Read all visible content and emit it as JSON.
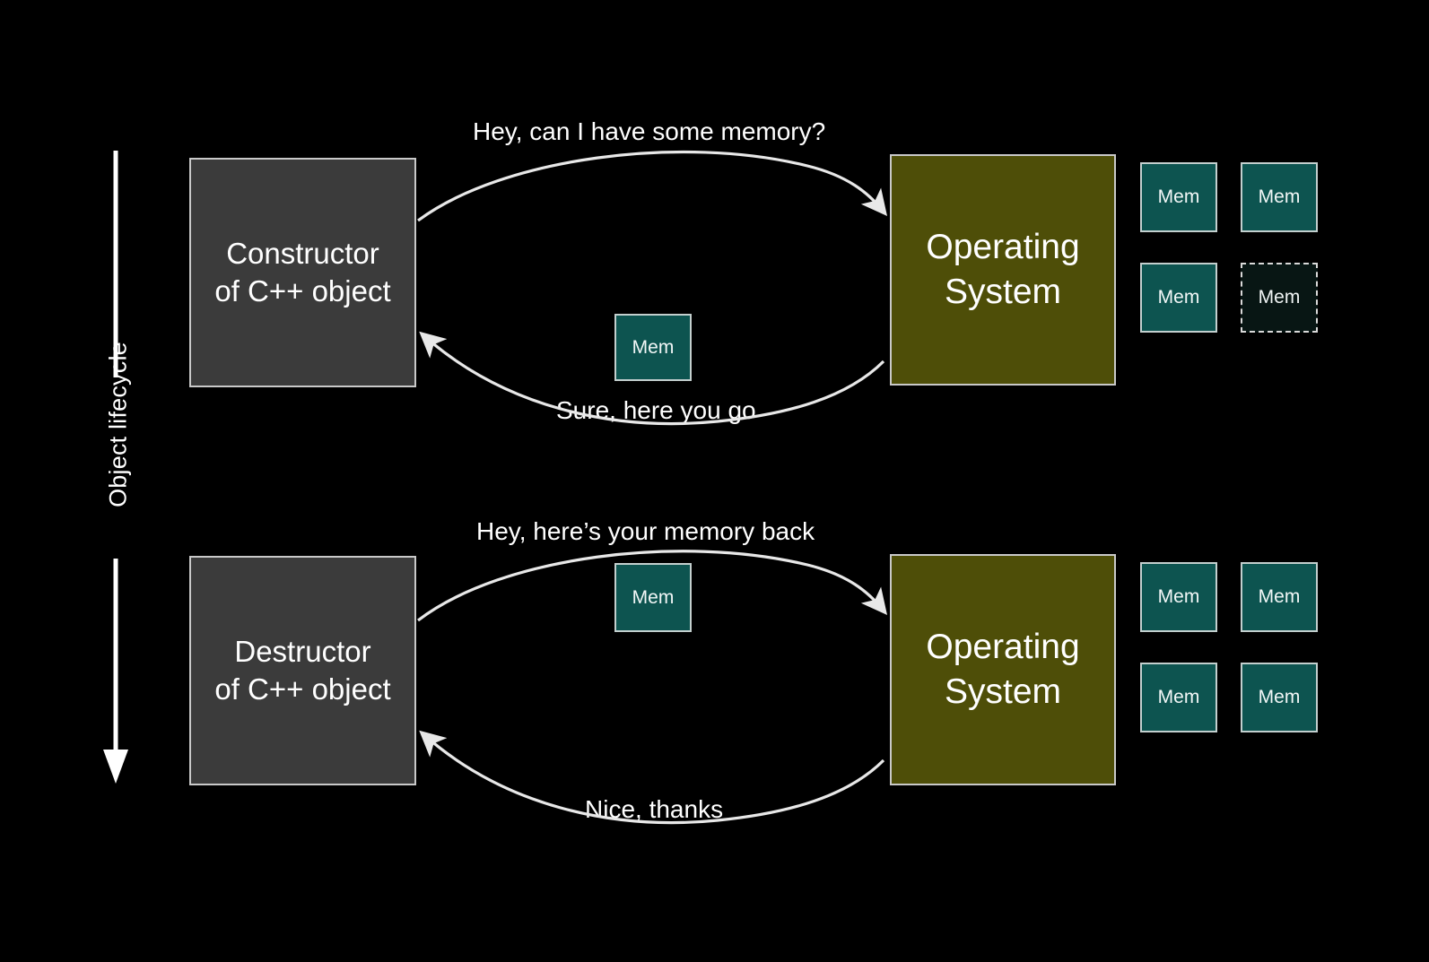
{
  "slide": {
    "background_color": "#000000",
    "axis_label": "Object lifecycle",
    "axis_arrow_direction": "down"
  },
  "colors": {
    "background": "#000000",
    "actor_box_fill": "#3b3b3b",
    "os_box_fill": "#4e4e08",
    "memory_chip_fill": "#0d5450",
    "memory_chip_ghost_fill": "#081614",
    "stroke": "#c9c9c9",
    "text": "#ffffff"
  },
  "phases": {
    "construction": {
      "actor_line1": "Constructor",
      "actor_line2": "of C++ object",
      "os_line1": "Operating",
      "os_line2": "System",
      "request_caption": "Hey, can I have some memory?",
      "response_caption": "Sure, here you go",
      "transit_chip_label": "Mem",
      "os_pool": [
        {
          "label": "Mem",
          "state": "allocated"
        },
        {
          "label": "Mem",
          "state": "allocated"
        },
        {
          "label": "Mem",
          "state": "allocated"
        },
        {
          "label": "Mem",
          "state": "handed-out"
        }
      ]
    },
    "destruction": {
      "actor_line1": "Destructor",
      "actor_line2": "of C++ object",
      "os_line1": "Operating",
      "os_line2": "System",
      "request_caption": "Hey, here’s your memory back",
      "response_caption": "Nice, thanks",
      "transit_chip_label": "Mem",
      "os_pool": [
        {
          "label": "Mem",
          "state": "allocated"
        },
        {
          "label": "Mem",
          "state": "allocated"
        },
        {
          "label": "Mem",
          "state": "allocated"
        },
        {
          "label": "Mem",
          "state": "allocated"
        }
      ]
    }
  }
}
